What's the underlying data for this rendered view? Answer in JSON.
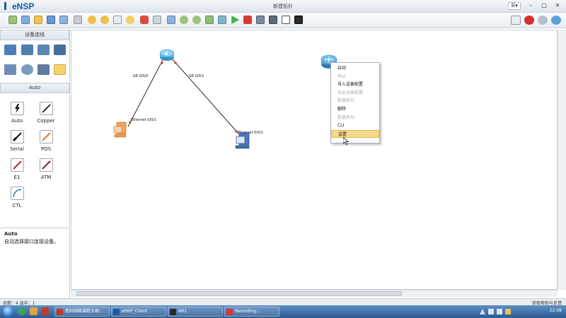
{
  "app": {
    "logo": "eNSP",
    "window_title": "新建拓扑"
  },
  "left_panel": {
    "device_header": "设备连线",
    "cable_header": "Auto",
    "cables": [
      {
        "label": "Auto",
        "icon": "lightning-icon"
      },
      {
        "label": "Copper",
        "icon": "copper-cable-icon"
      },
      {
        "label": "Serial",
        "icon": "serial-cable-icon"
      },
      {
        "label": "POS",
        "icon": "pos-cable-icon"
      },
      {
        "label": "E1",
        "icon": "e1-cable-icon"
      },
      {
        "label": "ATM",
        "icon": "atm-cable-icon"
      },
      {
        "label": "CTL",
        "icon": "ctl-cable-icon"
      }
    ],
    "description_title": "Auto",
    "description_text": "自动选择接口连接设备。"
  },
  "topology": {
    "router_top_label": "R",
    "link_labels": {
      "left_top": "GE 0/0/0",
      "right_top": "GE 0/0/1",
      "pc_left": "Ethernet 0/0/1",
      "pc_right": "Ethernet 0/0/1"
    }
  },
  "context_menu": {
    "items": [
      {
        "label": "启动",
        "enabled": true
      },
      {
        "label": "停止",
        "enabled": false
      },
      {
        "label": "导入设备配置",
        "enabled": true
      },
      {
        "label": "导出设备配置",
        "enabled": false
      },
      {
        "label": "数据抓包",
        "enabled": false
      },
      {
        "label": "删除",
        "enabled": true
      },
      {
        "label": "数据抓包",
        "enabled": false
      },
      {
        "label": "CLI",
        "enabled": true
      },
      {
        "label": "设置",
        "enabled": true,
        "highlighted": true
      }
    ]
  },
  "status_bar": {
    "left": "总数：4  选中：1",
    "right": "获取帮助与反馈"
  },
  "taskbar": {
    "tasks": [
      {
        "label": "思科网络课程大纲..."
      },
      {
        "label": "eNSP_Client"
      },
      {
        "label": "AR1"
      },
      {
        "label": "Recording..."
      }
    ],
    "clock": "22:08"
  }
}
